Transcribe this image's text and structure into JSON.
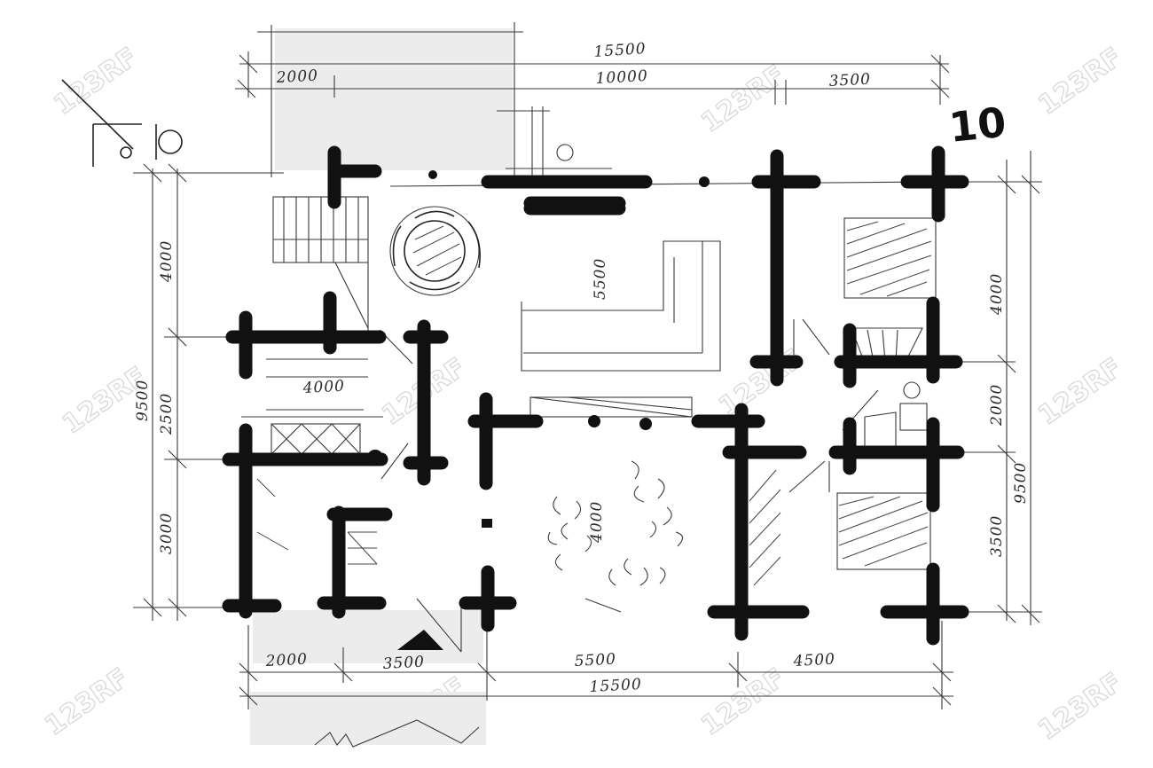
{
  "sheet": {
    "number": "10"
  },
  "dimensions": {
    "top": {
      "total": "15500",
      "sub_left": "2000",
      "sub_mid": "10000",
      "sub_right": "3500"
    },
    "bottom": {
      "total": "15500",
      "seg1": "2000",
      "seg2": "3500",
      "seg3": "5500",
      "seg4": "4500"
    },
    "left": {
      "total": "9500",
      "seg1": "4000",
      "seg2": "2500",
      "seg3": "3000"
    },
    "right": {
      "total": "9500",
      "seg1": "4000",
      "seg2": "2000",
      "seg3": "3500"
    },
    "interior": {
      "kitchen_width": "4000",
      "living_depth": "5500",
      "terrace_depth": "4000"
    }
  },
  "watermark": {
    "text": "123RF"
  },
  "colors": {
    "ink": "#111111",
    "pencil": "#3a3a3a",
    "shading": "#ececec"
  }
}
